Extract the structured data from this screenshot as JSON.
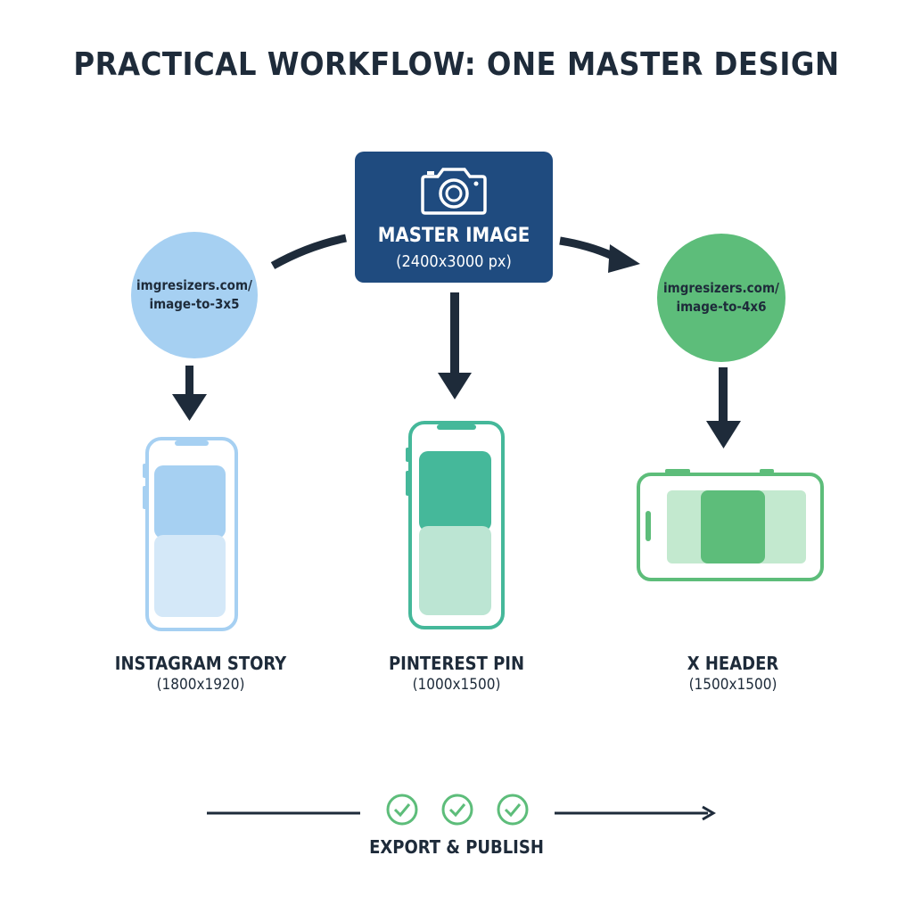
{
  "title": "PRACTICAL WORKFLOW: ONE MASTER DESIGN",
  "master": {
    "label": "MASTER IMAGE",
    "size": "(2400x3000 px)",
    "icon": "camera-icon",
    "color": "#1f4b7f"
  },
  "resizers": [
    {
      "line1": "imgresizers.com/",
      "line2": "image-to-3x5",
      "color": "#a6d0f2"
    },
    {
      "line1": "imgresizers.com/",
      "line2": "image-to-4x6",
      "color": "#5dbd7a"
    }
  ],
  "outputs": [
    {
      "name": "INSTAGRAM STORY",
      "size": "(1800x1920)",
      "icon": "phone-portrait-icon",
      "color": "#a6d0f2"
    },
    {
      "name": "PINTEREST PIN",
      "size": "(1000x1500)",
      "icon": "phone-portrait-icon",
      "color": "#45b89a"
    },
    {
      "name": "X HEADER",
      "size": "(1500x1500)",
      "icon": "phone-landscape-icon",
      "color": "#5dbd7a"
    }
  ],
  "footer": {
    "label": "EXPORT & PUBLISH",
    "icons": [
      "check-circle-icon",
      "check-circle-icon",
      "check-circle-icon"
    ]
  }
}
